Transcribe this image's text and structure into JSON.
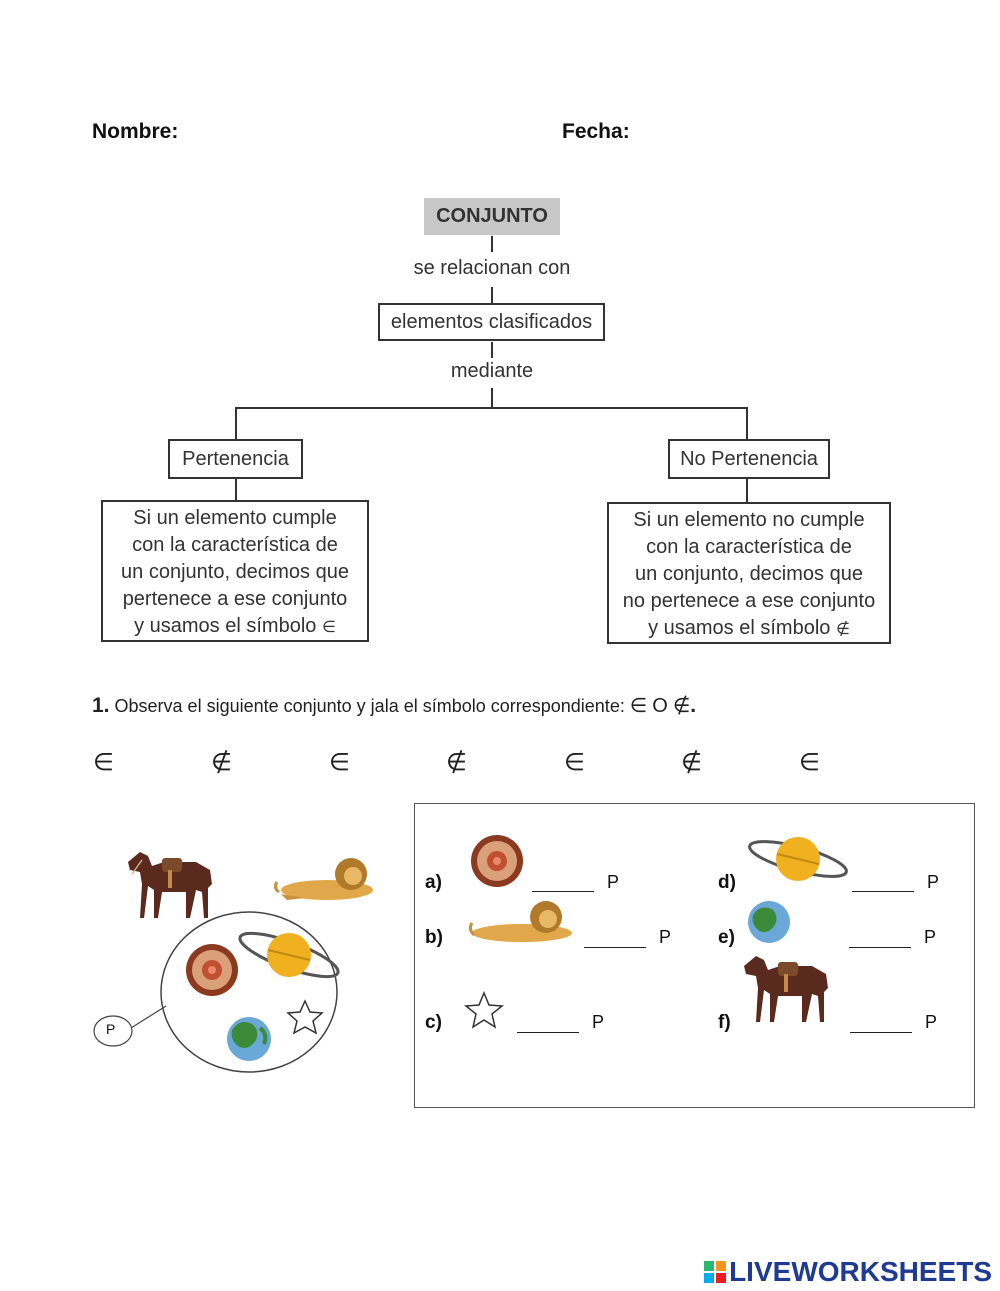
{
  "header": {
    "name_label": "Nombre:",
    "date_label": "Fecha:"
  },
  "concept_map": {
    "root": "CONJUNTO",
    "link1": "se relacionan con",
    "node": "elementos clasificados",
    "link2": "mediante",
    "left": {
      "title": "Pertenencia",
      "lines": [
        "Si un elemento cumple",
        "con la característica de",
        "un conjunto, decimos que",
        "pertenece a ese conjunto",
        "y usamos el símbolo"
      ],
      "symbol": "∈"
    },
    "right": {
      "title": "No Pertenencia",
      "lines": [
        "Si un elemento no cumple",
        "con la característica de",
        "un conjunto, decimos que",
        "no pertenece a ese conjunto",
        "y usamos el símbolo"
      ],
      "symbol": "∉"
    }
  },
  "question1": {
    "number": "1.",
    "text": "Observa el siguiente conjunto y jala el símbolo correspondiente:",
    "sym_in": "∈",
    "connector": "O",
    "sym_notin": "∉",
    "end": "."
  },
  "draggable_symbols": [
    "∈",
    "∉",
    "∈",
    "∉",
    "∈",
    "∉",
    "∈"
  ],
  "set_label": "P",
  "items": [
    {
      "label": "a)",
      "set": "P",
      "icon": "mars-planet-icon"
    },
    {
      "label": "b)",
      "set": "P",
      "icon": "lion-icon"
    },
    {
      "label": "c)",
      "set": "P",
      "icon": "star-icon"
    },
    {
      "label": "d)",
      "set": "P",
      "icon": "saturn-planet-icon"
    },
    {
      "label": "e)",
      "set": "P",
      "icon": "earth-planet-icon"
    },
    {
      "label": "f)",
      "set": "P",
      "icon": "horse-icon"
    }
  ],
  "brand": "LIVEWORKSHEETS",
  "colors": {
    "brand": "#1f3a93",
    "title_bg": "#c8c8c8"
  }
}
